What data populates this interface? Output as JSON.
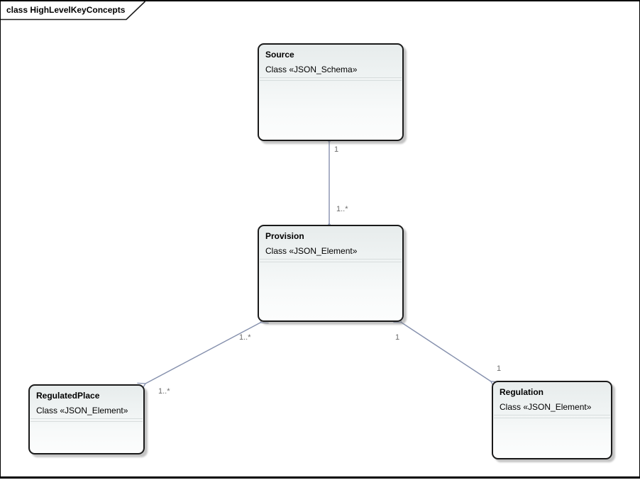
{
  "frame": {
    "title": "class HighLevelKeyConcepts"
  },
  "diagram": {
    "type": "uml-class-diagram",
    "classes": [
      {
        "name": "Source",
        "stereotype": "Class «JSON_Schema»"
      },
      {
        "name": "Provision",
        "stereotype": "Class «JSON_Element»"
      },
      {
        "name": "RegulatedPlace",
        "stereotype": "Class «JSON_Element»"
      },
      {
        "name": "Regulation",
        "stereotype": "Class «JSON_Element»"
      }
    ],
    "connectors": [
      {
        "from": "Source",
        "to": "Provision",
        "from_multiplicity": "1",
        "to_multiplicity": "1..*",
        "style": "bidirectional-association"
      },
      {
        "from": "Provision",
        "to": "RegulatedPlace",
        "from_multiplicity": "1..*",
        "to_multiplicity": "1..*",
        "style": "bidirectional-association"
      },
      {
        "from": "Provision",
        "to": "Regulation",
        "from_multiplicity": "1",
        "to_multiplicity": "1",
        "style": "bidirectional-association"
      }
    ]
  },
  "colors": {
    "box_border": "#1a1a1a",
    "box_fill_top": "#e7ecec",
    "box_fill_bottom": "#fcfdfd",
    "separator": "#d7dddd",
    "connector": "#8590ad",
    "multiplicity_text": "#6b6b6b",
    "frame_border": "#000000"
  }
}
